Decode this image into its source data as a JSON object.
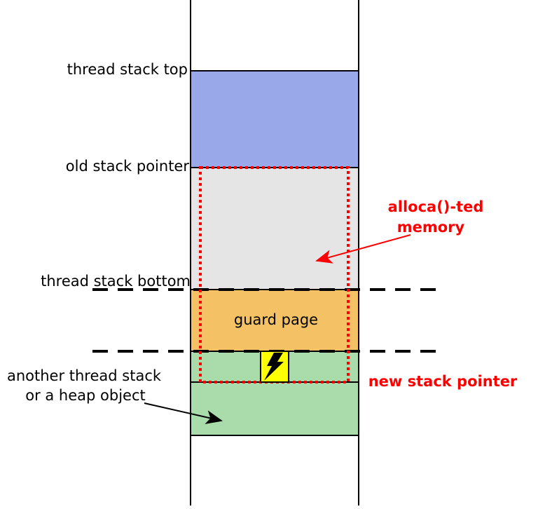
{
  "labels": {
    "thread_stack_top": "thread stack top",
    "old_stack_pointer": "old stack pointer",
    "thread_stack_bottom": "thread stack bottom",
    "guard_page": "guard page",
    "another_line1": "another thread stack",
    "another_line2": "or a heap object",
    "alloca_line1": "alloca()-ted",
    "alloca_line2": "memory",
    "new_stack_pointer": "new stack pointer"
  },
  "icons": {
    "fault": "lightning-bolt-icon"
  },
  "colors": {
    "stack_used": "#99a8e8",
    "stack_free": "#e5e5e5",
    "guard_page": "#f4c264",
    "other_region": "#aadbaa",
    "alloca_region": "#ff0000",
    "fault_icon_bg": "#ffff00",
    "accent_text": "#ff0000"
  }
}
